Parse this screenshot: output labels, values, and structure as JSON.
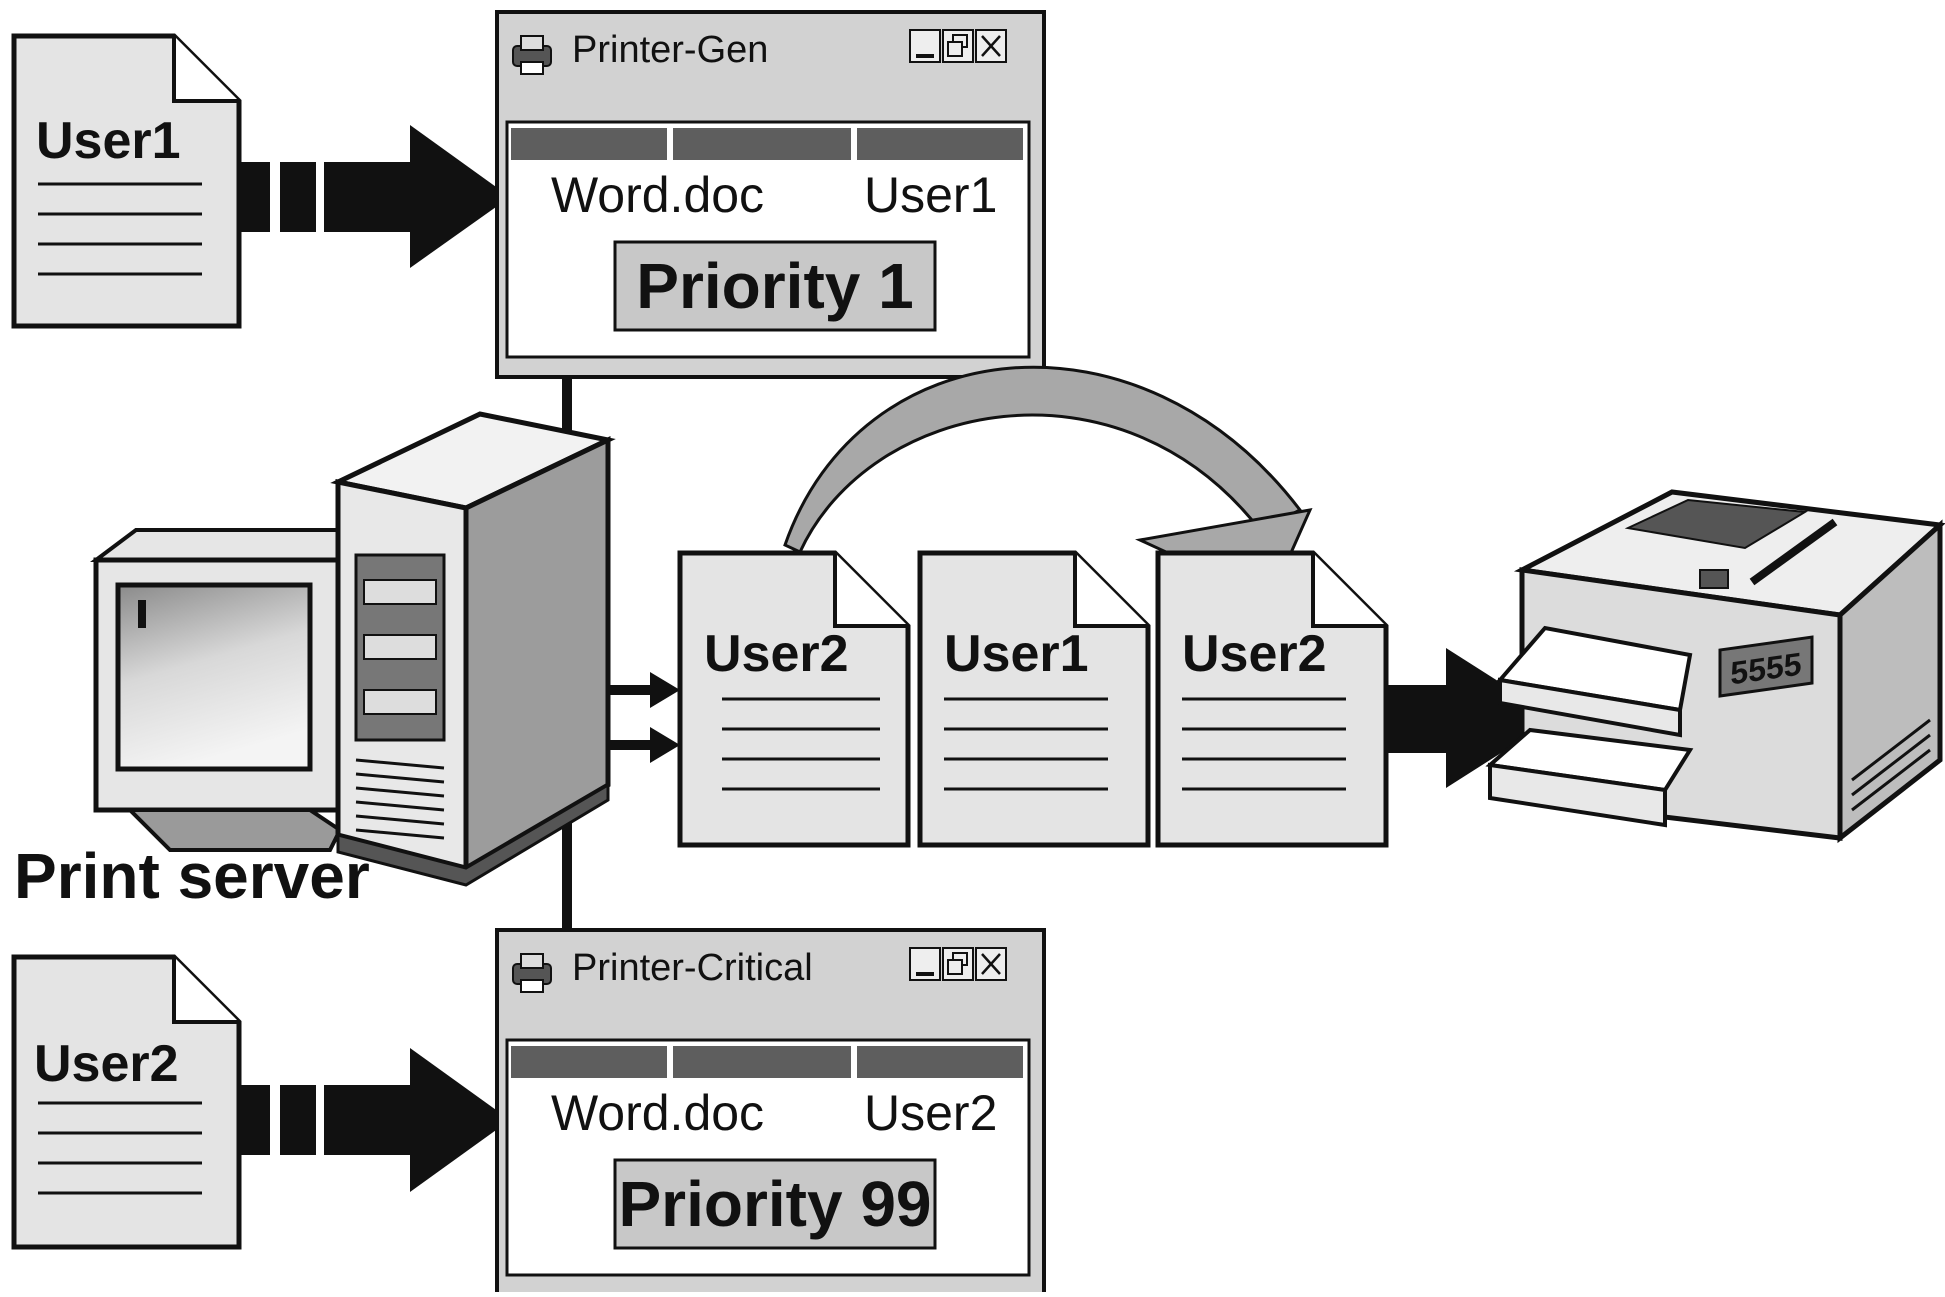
{
  "windows": [
    {
      "title": "Printer-Gen",
      "job": {
        "document": "Word.doc",
        "owner": "User1"
      },
      "priority_label": "Priority 1"
    },
    {
      "title": "Printer-Critical",
      "job": {
        "document": "Word.doc",
        "owner": "User2"
      },
      "priority_label": "Priority 99"
    }
  ],
  "source_documents": [
    {
      "label": "User1"
    },
    {
      "label": "User2"
    }
  ],
  "queue_documents": [
    {
      "label": "User2"
    },
    {
      "label": "User1"
    },
    {
      "label": "User2"
    }
  ],
  "server": {
    "label": "Print server"
  },
  "printer": {
    "display": "5555"
  },
  "icons": [
    "printer-icon",
    "minimize-icon",
    "restore-icon",
    "close-icon",
    "print-server-icon",
    "laser-printer-icon"
  ],
  "colors": {
    "ink": "#111111",
    "paper": "#e4e4e4",
    "window_frame": "#d2d2d2",
    "header_cells": "#5e5e5e",
    "priority_box": "#c8c8c8"
  }
}
